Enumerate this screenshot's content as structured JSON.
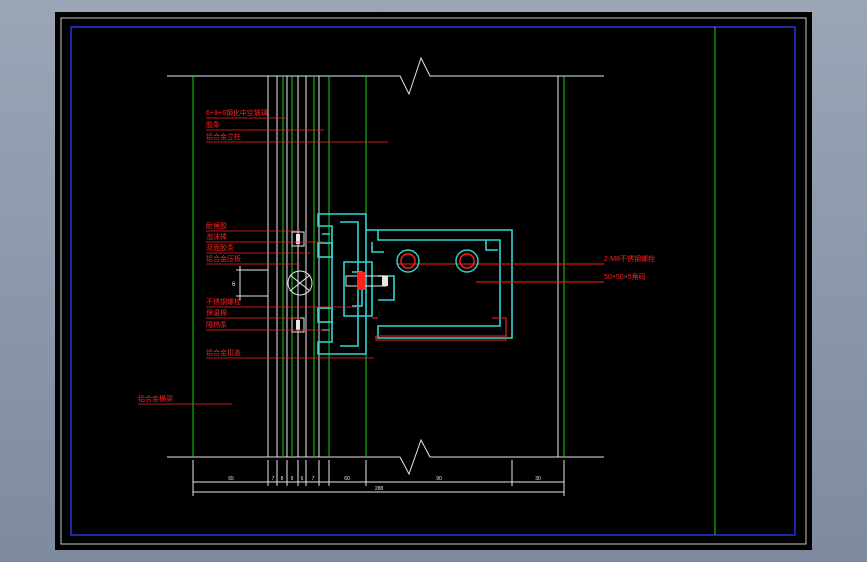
{
  "colors": {
    "background_gradient_top": "#9aa6b6",
    "background_gradient_bottom": "#7d8aa0",
    "drawing_background": "#000000",
    "frame": "#c8c8c8",
    "border_blue": "#2a3cff",
    "construction_white": "#e6e6e6",
    "green": "#19d219",
    "cyan": "#2fd5d5",
    "red": "#ff2020"
  },
  "labels_left": [
    "6+9+6钢化中空玻璃",
    "胶条",
    "铝合金立柱",
    "耐候胶",
    "泡沫棒",
    "双面胶条",
    "铝合金压板",
    "不锈钢螺栓",
    "保温棉",
    "隔热条",
    "铝合金扣盖",
    "铝合金横梁"
  ],
  "labels_right": [
    "2-M8不锈钢螺栓",
    "50×50×5角码"
  ],
  "dim_marker_left": "6",
  "dimensions_bottom": [
    "65",
    "7",
    "8",
    "9",
    "6",
    "7",
    "60",
    "90",
    "30"
  ],
  "dimension_total": "288"
}
